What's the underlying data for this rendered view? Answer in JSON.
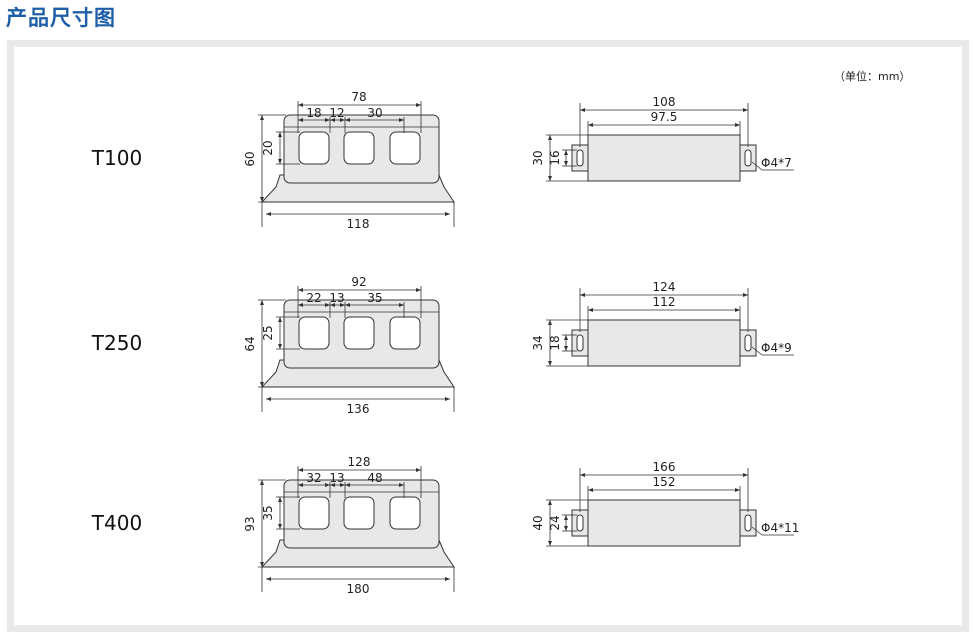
{
  "title": "产品尺寸图",
  "unit_note": "（单位：mm）",
  "models": [
    {
      "name": "T100",
      "front": {
        "top_total": "78",
        "seg1": "18",
        "seg2": "12",
        "seg3": "30",
        "height": "60",
        "window": "20",
        "base": "118"
      },
      "side": {
        "outer": "108",
        "inner": "97.5",
        "height": "30",
        "slot": "16",
        "hole": "Φ4*7"
      }
    },
    {
      "name": "T250",
      "front": {
        "top_total": "92",
        "seg1": "22",
        "seg2": "13",
        "seg3": "35",
        "height": "64",
        "window": "25",
        "base": "136"
      },
      "side": {
        "outer": "124",
        "inner": "112",
        "height": "34",
        "slot": "18",
        "hole": "Φ4*9"
      }
    },
    {
      "name": "T400",
      "front": {
        "top_total": "128",
        "seg1": "32",
        "seg2": "13",
        "seg3": "48",
        "height": "93",
        "window": "35",
        "base": "180"
      },
      "side": {
        "outer": "166",
        "inner": "152",
        "height": "40",
        "slot": "24",
        "hole": "Φ4*11"
      }
    }
  ]
}
